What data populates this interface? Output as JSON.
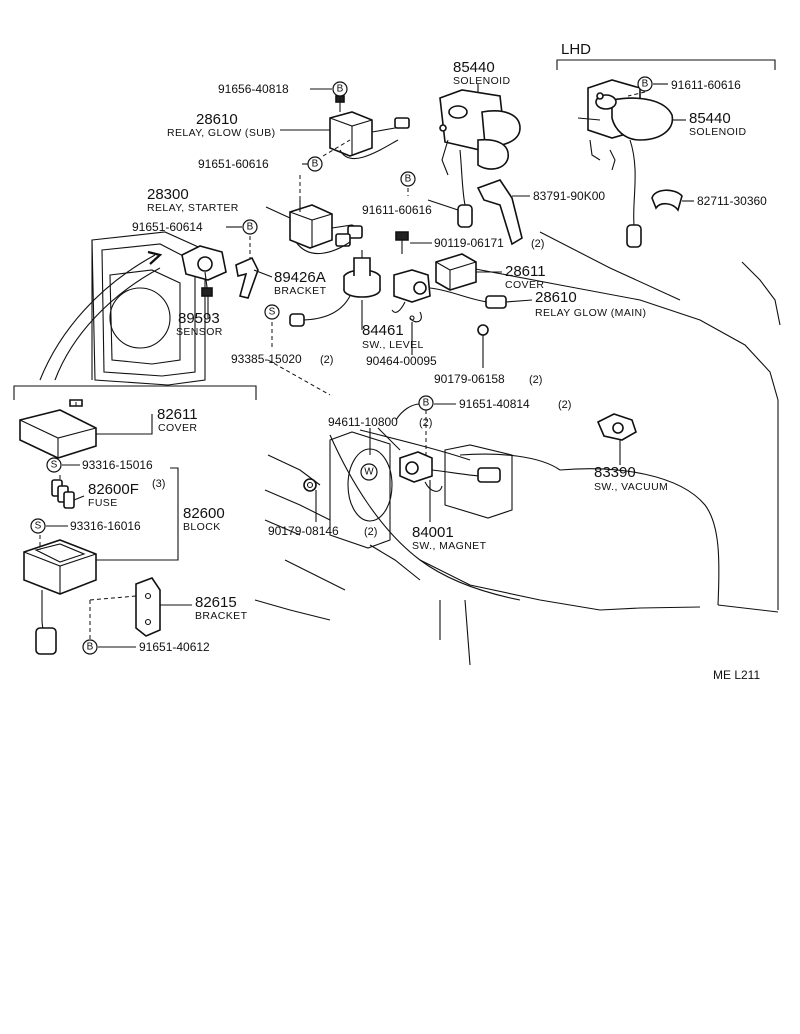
{
  "header": {
    "variant": "LHD"
  },
  "footer": {
    "code": "ME  L211"
  },
  "markers": {
    "bolt": "B",
    "screw": "S",
    "washer": "W"
  },
  "parts": {
    "p91656_40818": {
      "number": "91656-40818"
    },
    "p28610_sub": {
      "number": "28610",
      "name": "RELAY, GLOW (SUB)"
    },
    "p91651_60616": {
      "number": "91651-60616"
    },
    "p28300": {
      "number": "28300",
      "name": "RELAY, STARTER"
    },
    "p91651_60614": {
      "number": "91651-60614"
    },
    "p89426A": {
      "number": "89426A",
      "name": "BRACKET"
    },
    "p89593": {
      "number": "89593",
      "name": "SENSOR"
    },
    "p93385_15020": {
      "number": "93385-15020",
      "qty": "(2)"
    },
    "p84461": {
      "number": "84461",
      "name": "SW., LEVEL"
    },
    "p90464_00095": {
      "number": "90464-00095"
    },
    "p85440_main": {
      "number": "85440",
      "name": "SOLENOID"
    },
    "p91611_60616_main": {
      "number": "91611-60616"
    },
    "p90119_06171": {
      "number": "90119-06171",
      "qty": "(2)"
    },
    "p83791_90K00": {
      "number": "83791-90K00"
    },
    "p28611": {
      "number": "28611",
      "name": "COVER"
    },
    "p28610_main": {
      "number": "28610",
      "name": "RELAY  GLOW (MAIN)"
    },
    "p90179_06158": {
      "number": "90179-06158",
      "qty": "(2)"
    },
    "p91611_60616_lhd": {
      "number": "91611-60616"
    },
    "p85440_lhd": {
      "number": "85440",
      "name": "SOLENOID"
    },
    "p82711_30360": {
      "number": "82711-30360"
    },
    "p82611": {
      "number": "82611",
      "name": "COVER"
    },
    "p93316_15016": {
      "number": "93316-15016"
    },
    "p82600F": {
      "number": "82600F",
      "qty": "(3)",
      "name": "FUSE"
    },
    "p93316_16016": {
      "number": "93316-16016"
    },
    "p82600": {
      "number": "82600",
      "name": "BLOCK"
    },
    "p82615": {
      "number": "82615",
      "name": "BRACKET"
    },
    "p91651_40612": {
      "number": "91651-40612"
    },
    "p91651_40814": {
      "number": "91651-40814",
      "qty": "(2)"
    },
    "p94611_10800": {
      "number": "94611-10800",
      "qty": "(2)"
    },
    "p83390": {
      "number": "83390",
      "name": "SW., VACUUM"
    },
    "p90179_08146": {
      "number": "90179-08146",
      "qty": "(2)"
    },
    "p84001": {
      "number": "84001",
      "name": "SW., MAGNET"
    }
  }
}
